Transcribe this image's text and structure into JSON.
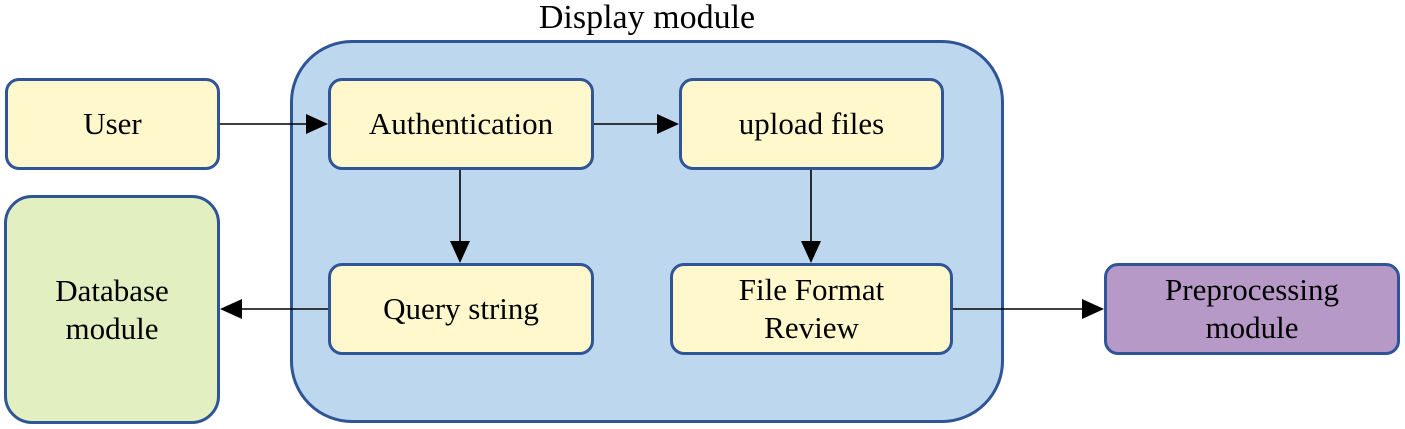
{
  "diagram": {
    "container": {
      "title": "Display module"
    },
    "nodes": {
      "user": "User",
      "authentication": "Authentication",
      "upload_files": "upload files",
      "query_string": "Query string",
      "file_format_review": "File Format\nReview",
      "database_module": "Database\nmodule",
      "preprocessing_module": "Preprocessing\nmodule"
    },
    "colors": {
      "border": "#2f5597",
      "container_fill": "#bdd7ee",
      "step_fill": "#fff8cc",
      "database_fill": "#e2efc0",
      "preprocessing_fill": "#b699c6",
      "arrow": "#000000"
    },
    "edges": [
      {
        "from": "User",
        "to": "Authentication"
      },
      {
        "from": "Authentication",
        "to": "upload files"
      },
      {
        "from": "Authentication",
        "to": "Query string"
      },
      {
        "from": "upload files",
        "to": "File Format Review"
      },
      {
        "from": "Query string",
        "to": "Database module"
      },
      {
        "from": "File Format Review",
        "to": "Preprocessing module"
      }
    ]
  }
}
